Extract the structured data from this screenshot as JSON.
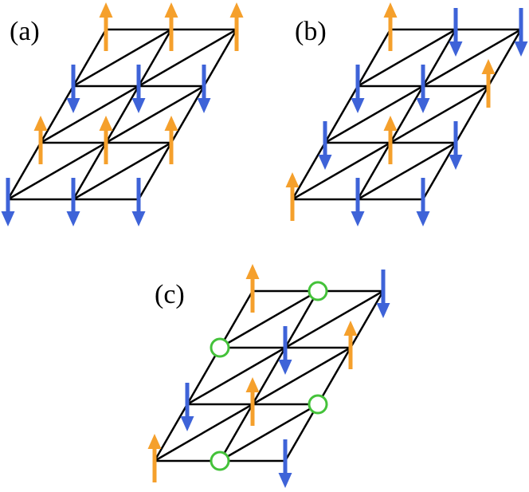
{
  "colors": {
    "lattice": "#000000",
    "spin_up": "#F5A02C",
    "spin_down": "#3E63D8",
    "vacancy": "#44C23A"
  },
  "panels": [
    {
      "label": "(a)",
      "rows": [
        [
          "up",
          "up",
          "up"
        ],
        [
          "down",
          "down",
          "down"
        ],
        [
          "up",
          "up",
          "up"
        ],
        [
          "down",
          "down",
          "down"
        ]
      ]
    },
    {
      "label": "(b)",
      "rows": [
        [
          "up",
          "down",
          "down"
        ],
        [
          "down",
          "down",
          "up"
        ],
        [
          "down",
          "up",
          "down"
        ],
        [
          "up",
          "down",
          "down"
        ]
      ]
    },
    {
      "label": "(c)",
      "rows": [
        [
          "up",
          "vacancy",
          "down"
        ],
        [
          "vacancy",
          "down",
          "up"
        ],
        [
          "down",
          "up",
          "vacancy"
        ],
        [
          "up",
          "vacancy",
          "down"
        ]
      ]
    }
  ]
}
